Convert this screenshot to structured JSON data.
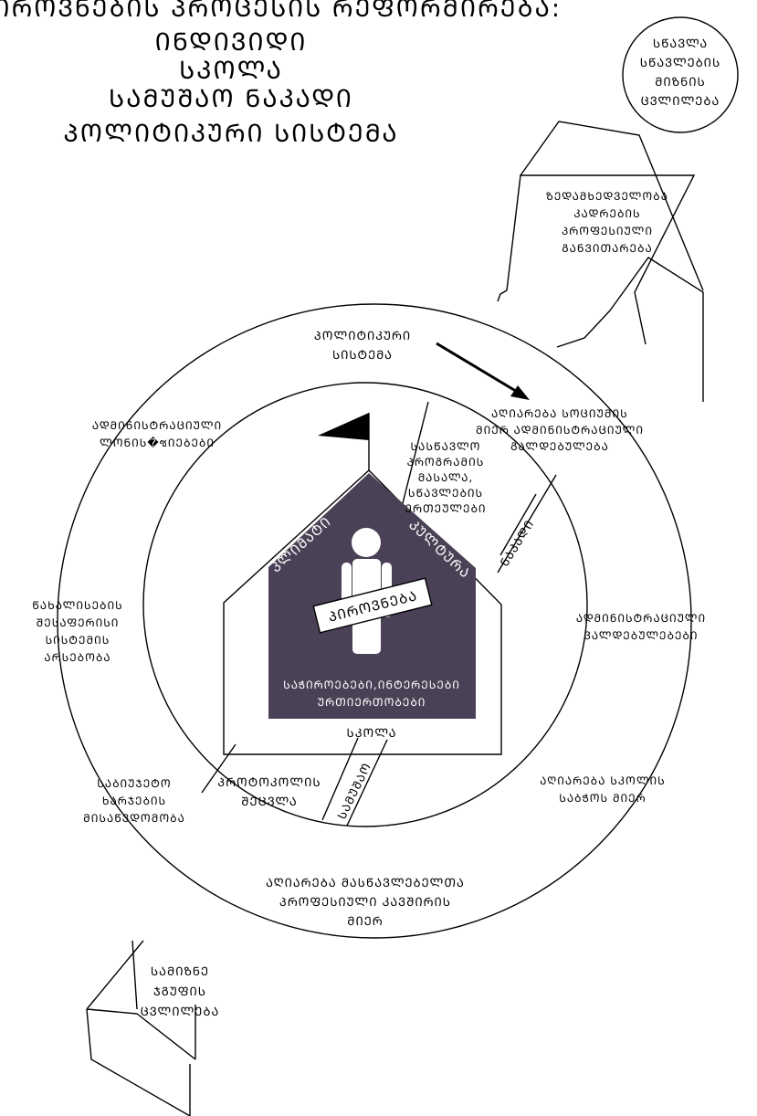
{
  "title": {
    "line1": "ᲞᲘᲠᲝᲕᲜᲔᲑᲘᲡ ᲞᲠᲝᲪᲔᲡᲘᲡ ᲠᲔᲤᲝᲠᲛᲘᲠᲔᲑᲐ:",
    "line2": "ᲘᲜᲓᲘᲕᲘᲓᲘ",
    "line3": "ᲡᲙᲝᲚᲐ",
    "line4": "ᲡᲐᲛᲣᲨᲐᲝ ᲜᲐᲙᲐᲓᲘ",
    "line5": "ᲞᲝᲚᲘᲢᲘᲙᲣᲠᲘ ᲡᲘᲡᲢᲔᲛᲐ"
  },
  "goal_circle": {
    "line1": "ᲡᲬᲐᲕᲚᲐ",
    "line2": "ᲡᲬᲐᲕᲚᲔᲑᲘᲡ",
    "line3": "ᲛᲘᲖᲜᲘᲡ",
    "line4": "ᲪᲕᲚᲘᲚᲔᲑᲐ"
  },
  "arrow_top_text": {
    "line1": "ᲖᲔᲓᲐᲛᲮᲔᲓᲕᲔᲚᲝᲑᲐ",
    "line2": "ᲙᲐᲓᲠᲔᲑᲘᲡ",
    "line3": "ᲞᲠᲝᲤᲔᲡᲘᲣᲚᲘ",
    "line4": "ᲒᲐᲜᲕᲘᲗᲐᲠᲔᲑᲐ"
  },
  "arrow_bottom_text": {
    "line1": "ᲡᲐᲛᲘᲖᲜᲔ",
    "line2": "ᲯᲒᲣᲤᲘᲡ",
    "line3": "ᲪᲕᲚᲘᲚᲔᲑᲐ"
  },
  "political_system": {
    "line1": "ᲞᲝᲚᲘᲢᲘᲙᲣᲠᲘ",
    "line2": "ᲡᲘᲡᲢᲔᲛᲐ"
  },
  "outer_ring": {
    "admin_levers": {
      "line1": "ᲐᲓᲛᲘᲜᲘᲡᲢᲠᲐᲪᲘᲣᲚᲘ",
      "line2": "ᲚᲝᲜᲘᲡ�ซᲘᲔᲑᲔᲑᲘ"
    },
    "society_recognition": {
      "line1": "ᲐᲦᲘᲐᲠᲔᲑᲐ ᲡᲝᲪᲘᲣᲛᲘᲡ",
      "line2": "ᲛᲘᲔᲠ ᲐᲓᲛᲘᲜᲘᲡᲢᲠᲐᲪᲘᲣᲚᲘ",
      "line3": "ᲒᲐᲚᲓᲔᲑᲣᲚᲔᲑᲐ"
    },
    "new_assessment": {
      "line1": "ᲬᲐᲮᲐᲚᲘᲡᲔᲑᲘᲡ",
      "line2": "ᲨᲔᲡᲐᲤᲔᲠᲘᲡᲘ",
      "line3": "ᲡᲘᲡᲢᲔᲛᲘᲡ",
      "line4": "ᲐᲠᲡᲔᲑᲝᲑᲐ"
    },
    "admin_obligations": {
      "line1": "ᲐᲓᲛᲘᲜᲘᲡᲢᲠᲐᲪᲘᲣᲚᲘ",
      "line2": "ᲕᲐᲚᲓᲔᲑᲣᲚᲔᲑᲔᲑᲘ"
    },
    "budget_spending": {
      "line1": "ᲡᲐᲑᲘᲣᲯᲔᲢᲝ",
      "line2": "ᲮᲐᲠᲯᲔᲑᲘᲡ",
      "line3": "ᲛᲘᲡᲐᲬᲕᲓᲝᲛᲝᲑᲐ"
    },
    "school_board": {
      "line1": "ᲐᲦᲘᲐᲠᲔᲑᲐ ᲡᲙᲝᲚᲘᲡ",
      "line2": "ᲡᲐᲑᲭᲝᲡ ᲛᲘᲔᲠ"
    },
    "union": {
      "line1": "ᲐᲦᲘᲐᲠᲔᲑᲐ ᲛᲐᲡᲬᲐᲕᲚᲔᲑᲔᲚᲗᲐ",
      "line2": "ᲞᲠᲝᲤᲔᲡᲘᲣᲚᲘ ᲙᲐᲕᲨᲘᲠᲘᲡ",
      "line3": "ᲛᲘᲔᲠ"
    }
  },
  "inner_ring": {
    "curriculum": {
      "line1": "ᲡᲐᲡᲬᲐᲕᲚᲝ",
      "line2": "ᲞᲠᲝᲒᲠᲐᲛᲘᲡ",
      "line3": "ᲛᲐᲡᲐᲚᲐ,",
      "line4": "ᲡᲬᲐᲕᲚᲔᲑᲘᲡ",
      "line5": "ᲔᲠᲗᲔᲣᲚᲔᲑᲘ"
    },
    "flow": "ᲜᲐᲙᲐᲓᲘ",
    "protocol": {
      "line1": "ᲞᲠᲝᲢᲝᲙᲝᲚᲘᲡ",
      "line2": "ᲨᲔᲪᲕᲚᲐ"
    },
    "work": "ᲡᲐᲛᲣᲨᲐᲝ"
  },
  "house": {
    "climate": "ᲙᲚᲘᲛᲐᲢᲘ",
    "culture": "ᲙᲣᲚᲢᲣᲠᲐ",
    "person": "ᲞᲘᲠᲝᲕᲜᲔᲑᲐ",
    "needs_line1": "ᲡᲐᲭᲘᲠᲝᲔᲑᲔᲑᲘ,ᲘᲜᲢᲔᲠᲔᲡᲔᲑᲘ",
    "needs_line2": "ᲣᲠᲗᲘᲔᲠᲗᲝᲑᲔᲑᲘ",
    "school": "ᲡᲙᲝᲚᲐ"
  },
  "colors": {
    "house_fill": "#4a4156",
    "ink": "#000000",
    "paper": "#ffffff"
  }
}
